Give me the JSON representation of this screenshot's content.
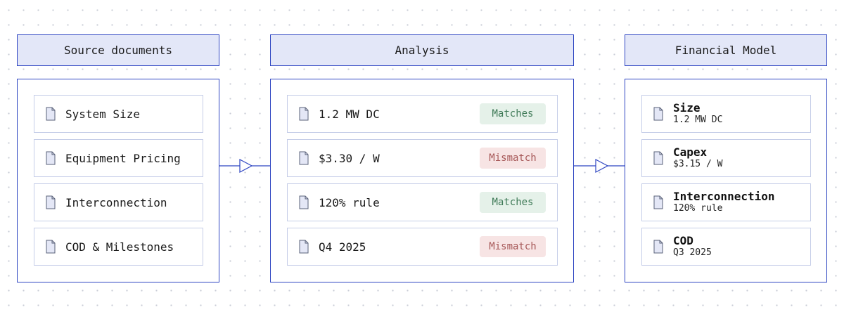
{
  "columns": {
    "source": {
      "title": "Source documents",
      "items": [
        {
          "label": "System Size"
        },
        {
          "label": "Equipment Pricing"
        },
        {
          "label": "Interconnection"
        },
        {
          "label": "COD & Milestones"
        }
      ]
    },
    "analysis": {
      "title": "Analysis",
      "items": [
        {
          "label": "1.2 MW DC",
          "status": "Matches"
        },
        {
          "label": "$3.30 / W",
          "status": "Mismatch"
        },
        {
          "label": "120% rule",
          "status": "Matches"
        },
        {
          "label": "Q4 2025",
          "status": "Mismatch"
        }
      ]
    },
    "model": {
      "title": "Financial Model",
      "items": [
        {
          "title": "Size",
          "value": "1.2 MW DC"
        },
        {
          "title": "Capex",
          "value": "$3.15 / W"
        },
        {
          "title": "Interconnection",
          "value": "120% rule"
        },
        {
          "title": "COD",
          "value": "Q3 2025"
        }
      ]
    }
  },
  "colors": {
    "accent": "#2f46c2",
    "header_fill": "#e3e7f8",
    "match_bg": "#e5f1e9",
    "match_text": "#3f7a57",
    "mismatch_bg": "#f7e4e4",
    "mismatch_text": "#a65757"
  },
  "icons": {
    "document": "document-icon",
    "arrow": "triangle-arrow-icon"
  }
}
